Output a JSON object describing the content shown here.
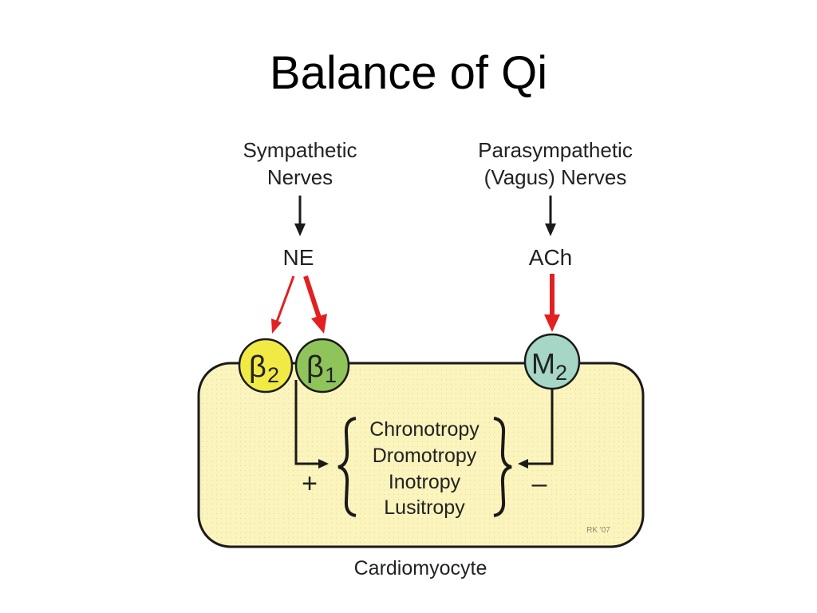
{
  "slide": {
    "title": "Balance of Qi"
  },
  "diagram": {
    "sympathetic": {
      "line1": "Sympathetic",
      "line2": "Nerves"
    },
    "parasympathetic": {
      "line1": "Parasympathetic",
      "line2": "(Vagus) Nerves"
    },
    "ne_label": "NE",
    "ach_label": "ACh",
    "receptors": {
      "beta2": {
        "symbol": "β",
        "sub": "2",
        "color": "#f2ea44"
      },
      "beta1": {
        "symbol": "β",
        "sub": "1",
        "color": "#8fc45a"
      },
      "m2": {
        "symbol": "M",
        "sub": "2",
        "color": "#a5d6c6"
      }
    },
    "effects": [
      "Chronotropy",
      "Dromotropy",
      "Inotropy",
      "Lusitropy"
    ],
    "plus_sign": "+",
    "minus_sign": "–",
    "cell_label": "Cardiomyocyte",
    "signature": "RK '07",
    "colors": {
      "cell_fill": "#fbf4bd",
      "arrow_red": "#e32020",
      "arrow_black": "#1a1a1a"
    }
  }
}
